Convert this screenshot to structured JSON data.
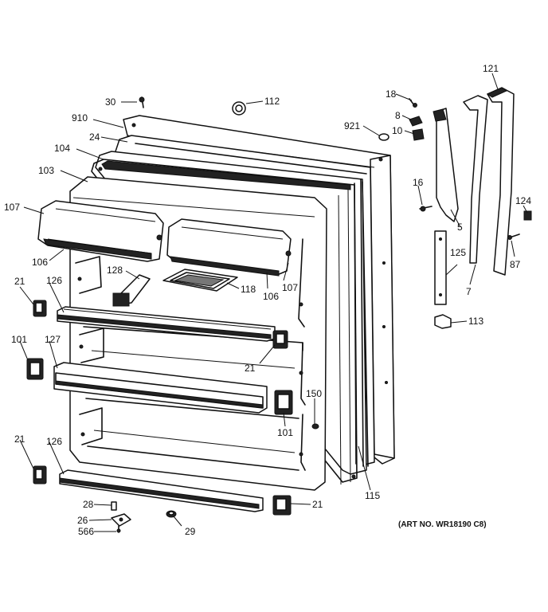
{
  "top_header": {
    "left_text": "",
    "right_text": ""
  },
  "art_number": "(ART NO. WR18190 C8)",
  "callouts": {
    "p30": "30",
    "p112": "112",
    "p910": "910",
    "p24": "24",
    "p104": "104",
    "p103": "103",
    "p107a": "107",
    "p106a": "106",
    "p128": "128",
    "p118": "118",
    "p106b": "106",
    "p107b": "107",
    "p21a": "21",
    "p126a": "126",
    "p101a": "101",
    "p127": "127",
    "p21b": "21",
    "p150": "150",
    "p101b": "101",
    "p21c": "21",
    "p126b": "126",
    "p28": "28",
    "p26": "26",
    "p566": "566",
    "p29": "29",
    "p21d": "21",
    "p115": "115",
    "p18": "18",
    "p8": "8",
    "p921": "921",
    "p10": "10",
    "p16": "16",
    "p5": "5",
    "p121": "121",
    "p124": "124",
    "p87": "87",
    "p125": "125",
    "p7": "7",
    "p113": "113"
  }
}
